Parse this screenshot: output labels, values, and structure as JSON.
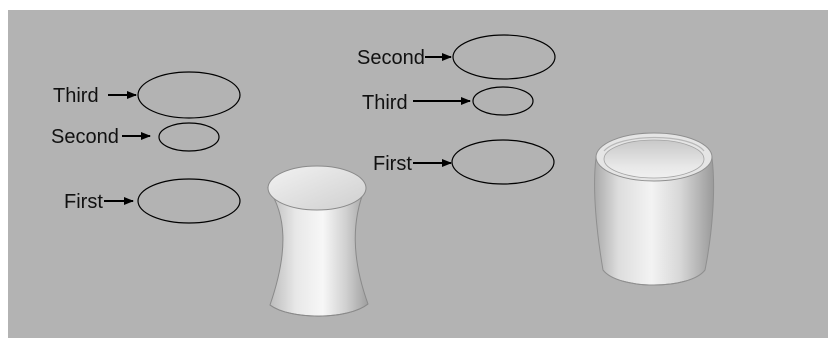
{
  "colors": {
    "background": "#b3b3b3",
    "outline": "#000000",
    "text": "#111111"
  },
  "left_group": {
    "labels": {
      "third": "Third",
      "second": "Second",
      "first": "First"
    }
  },
  "right_group": {
    "labels": {
      "second": "Second",
      "third": "Third",
      "first": "First"
    }
  }
}
